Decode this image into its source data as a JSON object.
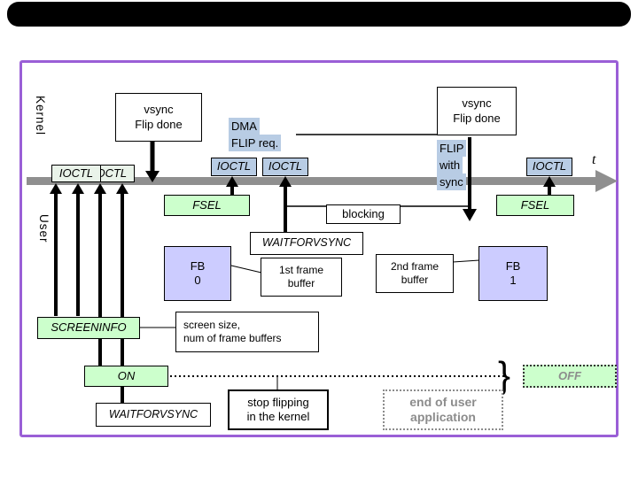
{
  "lanes": {
    "kernel": "Kernel",
    "user": "User"
  },
  "axis": {
    "t": "t"
  },
  "kernel": {
    "vsync_left": "vsync\nFlip done",
    "vsync_right": "vsync\nFlip done",
    "dma": {
      "l1": "DMA",
      "l2": "FLIP req."
    },
    "flip_sync": {
      "l1": "FLIP",
      "l2": "with",
      "l3": "sync"
    },
    "ioctl": "IOCTL"
  },
  "user": {
    "fsel_left": "FSEL",
    "fsel_right": "FSEL",
    "blocking": "blocking",
    "waitforvsync_top": "WAITFORVSYNC",
    "waitforvsync_bottom": "WAITFORVSYNC",
    "fb0": "FB\n0",
    "fb1": "FB\n1",
    "frame1": "1st frame\nbuffer",
    "frame2": "2nd frame\nbuffer",
    "screeninfo": "SCREENINFO",
    "screen_note": "screen size,\nnum of frame buffers",
    "on": "ON",
    "off": "OFF",
    "brace": "}",
    "stop_flipping": "stop flipping\nin the kernel",
    "end_app": "end of user\napplication"
  },
  "colors": {
    "green": "#ccffcc",
    "blue": "#b8cce4",
    "lavender": "#ccccff",
    "pale_green": "#e9f3e9",
    "timeline_gray": "#8f8f8f",
    "slide_border_purple": "#9a5fd6",
    "muted_text": "#8c8c8c"
  }
}
